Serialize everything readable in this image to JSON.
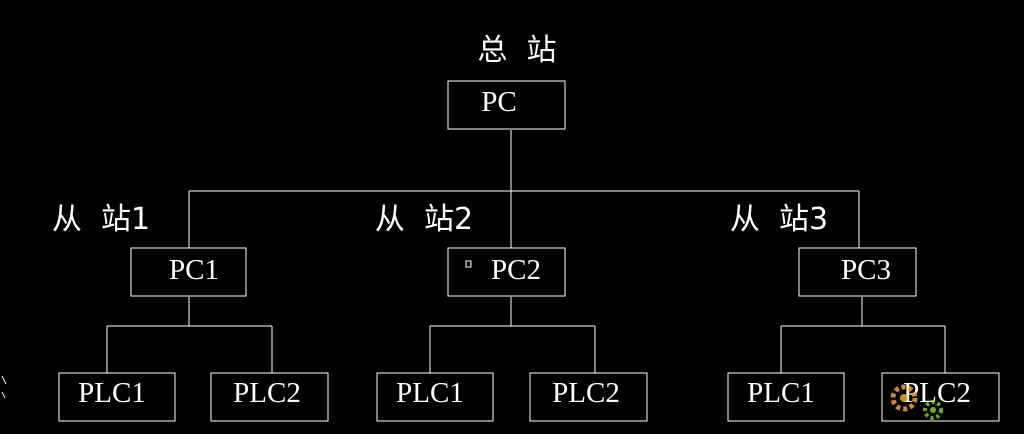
{
  "diagram": {
    "master": {
      "caption": "总  站",
      "node": "PC"
    },
    "slaves": [
      {
        "caption": "从  站1",
        "node": "PC1",
        "children": [
          "PLC1",
          "PLC2"
        ]
      },
      {
        "caption": "从  站2",
        "node": "PC2",
        "children": [
          "PLC1",
          "PLC2"
        ]
      },
      {
        "caption": "从  站3",
        "node": "PC3",
        "children": [
          "PLC1",
          "PLC2"
        ]
      }
    ],
    "colors": {
      "background": "#000000",
      "line": "#ffffff",
      "text": "#ffffff"
    }
  }
}
